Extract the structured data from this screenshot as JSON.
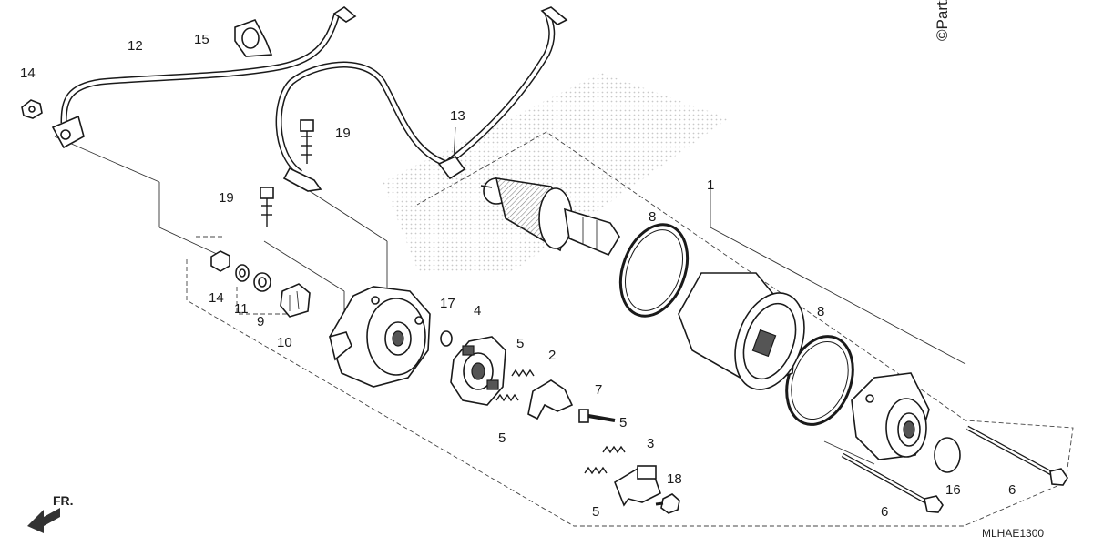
{
  "copyright": "©Partzilla",
  "diagram_code": "MLHAE1300",
  "direction_marker": "FR.",
  "callouts": {
    "c1": "1",
    "c2": "2",
    "c3": "3",
    "c4": "4",
    "c5a": "5",
    "c5b": "5",
    "c5c": "5",
    "c5d": "5",
    "c6a": "6",
    "c6b": "6",
    "c7": "7",
    "c8a": "8",
    "c8b": "8",
    "c9": "9",
    "c10": "10",
    "c11": "11",
    "c12": "12",
    "c13": "13",
    "c14a": "14",
    "c14b": "14",
    "c15": "15",
    "c16": "16",
    "c17": "17",
    "c18": "18",
    "c19a": "19",
    "c19b": "19"
  }
}
